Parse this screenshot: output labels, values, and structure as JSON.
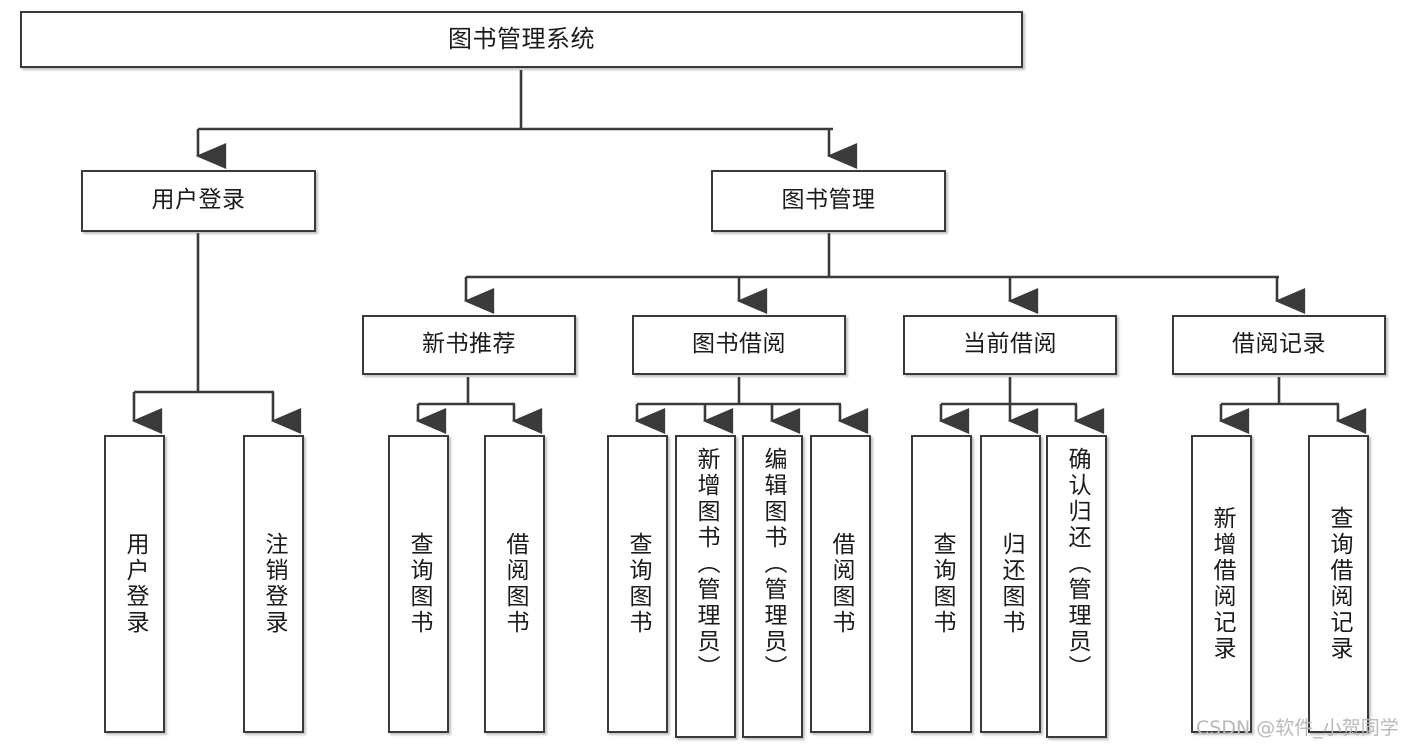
{
  "diagram": {
    "type": "tree",
    "title": "图书管理系统",
    "watermark": "CSDN @软件_小贺同学",
    "style": {
      "box_fill": "#ffffff",
      "box_stroke": "#3a3a3a",
      "line_color": "#3a3a3a",
      "text_color": "#1b1b1b",
      "watermark_color": "#b9b9b9",
      "background": "#ffffff"
    },
    "nodes": {
      "root": {
        "label": "图书管理系统"
      },
      "level1": [
        {
          "id": "user-login",
          "label": "用户登录"
        },
        {
          "id": "book-manage",
          "label": "图书管理"
        }
      ],
      "level2": [
        {
          "id": "new-book-recommend",
          "label": "新书推荐"
        },
        {
          "id": "book-borrow",
          "label": "图书借阅"
        },
        {
          "id": "current-borrow",
          "label": "当前借阅"
        },
        {
          "id": "borrow-record",
          "label": "借阅记录"
        }
      ],
      "leaves": [
        {
          "id": "leaf-user-login",
          "label": "用户登录",
          "parent": "user-login"
        },
        {
          "id": "leaf-user-logout",
          "label": "注销登录",
          "parent": "user-login"
        },
        {
          "id": "leaf-query-book-1",
          "label": "查询图书",
          "parent": "new-book-recommend"
        },
        {
          "id": "leaf-borrow-book-1",
          "label": "借阅图书",
          "parent": "new-book-recommend"
        },
        {
          "id": "leaf-query-book-2",
          "label": "查询图书",
          "parent": "book-borrow"
        },
        {
          "id": "leaf-add-book",
          "label": "新增图书（管理员）",
          "parent": "book-borrow"
        },
        {
          "id": "leaf-edit-book",
          "label": "编辑图书（管理员）",
          "parent": "book-borrow"
        },
        {
          "id": "leaf-borrow-book-2",
          "label": "借阅图书",
          "parent": "book-borrow"
        },
        {
          "id": "leaf-query-book-3",
          "label": "查询图书",
          "parent": "current-borrow"
        },
        {
          "id": "leaf-return-book",
          "label": "归还图书",
          "parent": "current-borrow"
        },
        {
          "id": "leaf-confirm-return",
          "label": "确认归还（管理员）",
          "parent": "current-borrow"
        },
        {
          "id": "leaf-add-record",
          "label": "新增借阅记录",
          "parent": "borrow-record"
        },
        {
          "id": "leaf-query-record",
          "label": "查询借阅记录",
          "parent": "borrow-record"
        }
      ]
    }
  }
}
